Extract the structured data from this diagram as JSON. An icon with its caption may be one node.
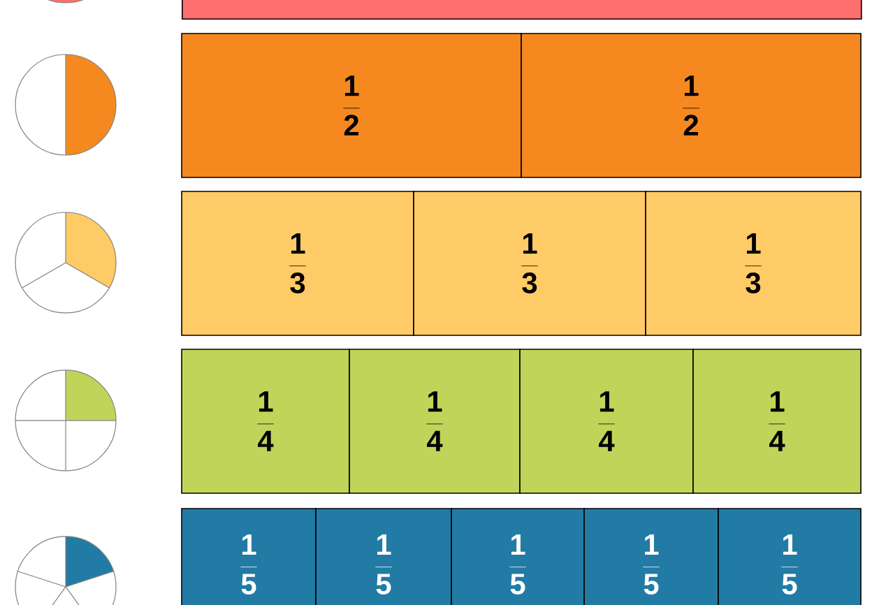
{
  "diagram": {
    "nodes": [
      {
        "text": [],
        "shape": "bar"
      },
      {
        "text": [
          "\\frac{\\mathbf{1}}{\\mathbf{2}}"
        ]
      },
      {
        "text": [
          "\\frac{\\mathbf{1}}{\\mathbf{2}}"
        ]
      },
      {
        "text": [
          "\\frac{\\mathbf{1}}{\\mathbf{3}}"
        ]
      },
      {
        "text": [
          "\\frac{\\mathbf{1}}{\\mathbf{3}}"
        ]
      },
      {
        "text": [
          "\\frac{\\mathbf{1}}{\\mathbf{3}}"
        ]
      },
      {
        "text": [
          "\\frac{\\mathbf{1}}{\\mathbf{4}}"
        ]
      },
      {
        "text": [
          "\\frac{\\mathbf{1}}{\\mathbf{4}}"
        ]
      },
      {
        "text": [
          "\\frac{\\mathbf{1}}{\\mathbf{4}}"
        ]
      },
      {
        "text": [
          "\\frac{\\mathbf{1}}{\\mathbf{4}}"
        ]
      },
      {
        "text": [
          "\\frac{\\mathbf{1}}{\\mathbf{5}}"
        ]
      },
      {
        "text": [
          "\\frac{\\mathbf{1}}{\\mathbf{5}}"
        ]
      },
      {
        "text": [
          "\\frac{\\mathbf{1}}{\\mathbf{5}}"
        ]
      },
      {
        "text": [
          "\\frac{\\mathbf{1}}{\\mathbf{5}}"
        ]
      },
      {
        "text": [
          "\\frac{\\mathbf{1}}{\\mathbf{5}}"
        ]
      }
    ]
  }
}
